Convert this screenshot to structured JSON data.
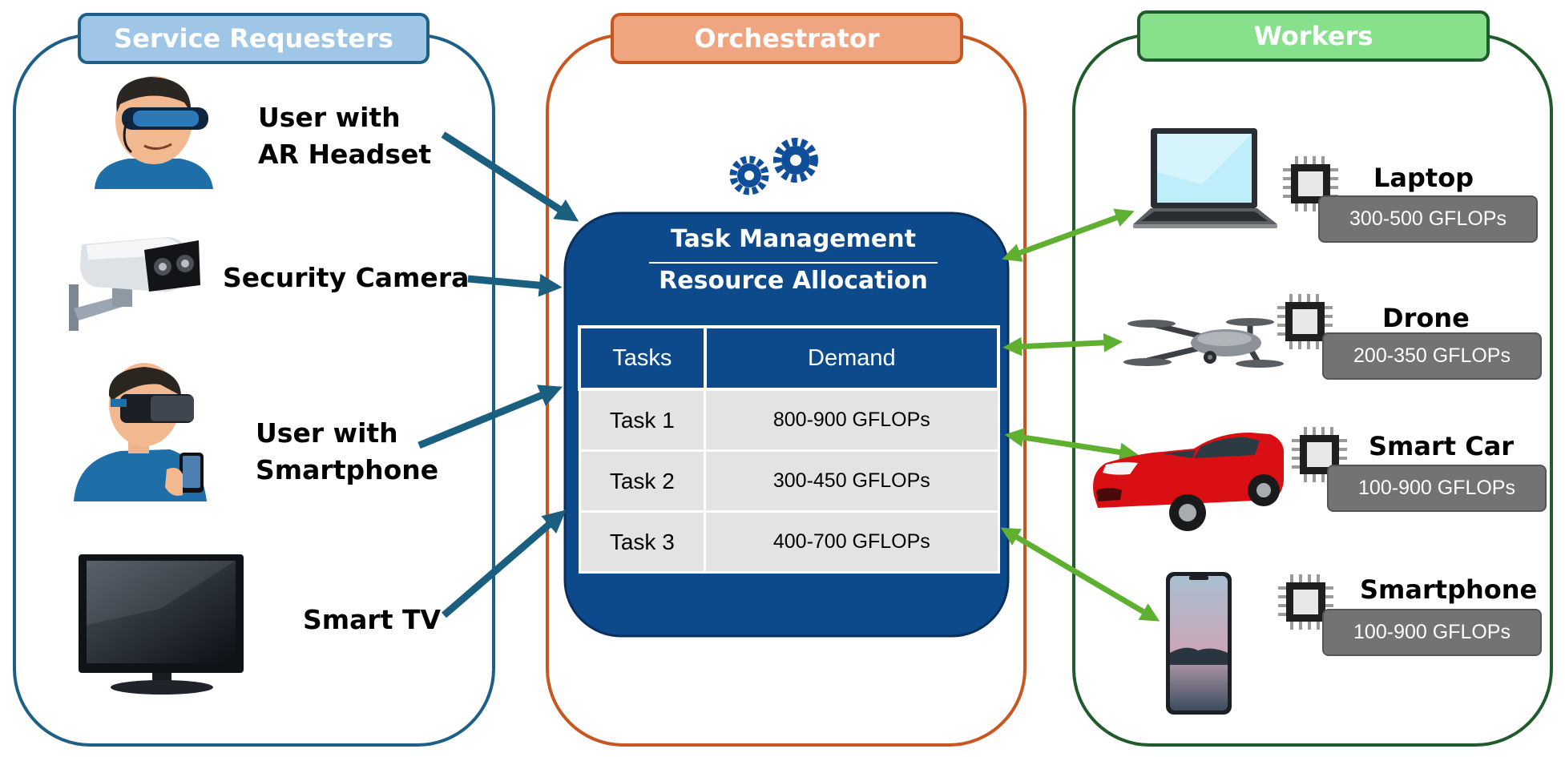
{
  "colors": {
    "requesters": "#1d5f86",
    "orchestrator": "#c9561f",
    "workers": "#1f5b2b",
    "core": "#0d4a8c",
    "arrow_in": "#1b5f80",
    "arrow_worker": "#5fb030"
  },
  "requesters": {
    "title": "Service Requesters",
    "items": [
      {
        "label_line1": "User with",
        "label_line2": "AR Headset",
        "icon": "ar-headset-user-icon"
      },
      {
        "label": "Security Camera",
        "icon": "security-camera-icon"
      },
      {
        "label_line1": "User with",
        "label_line2": "Smartphone",
        "icon": "vr-smartphone-user-icon"
      },
      {
        "label": "Smart TV",
        "icon": "tv-icon"
      }
    ]
  },
  "orchestrator": {
    "title": "Orchestrator",
    "icon": "gears-icon",
    "line1": "Task Management",
    "line2": "Resource Allocation",
    "table": {
      "headers": [
        "Tasks",
        "Demand"
      ],
      "rows": [
        {
          "task": "Task 1",
          "demand": "800-900 GFLOPs"
        },
        {
          "task": "Task 2",
          "demand": "300-450 GFLOPs"
        },
        {
          "task": "Task 3",
          "demand": "400-700 GFLOPs"
        }
      ]
    }
  },
  "workers": {
    "title": "Workers",
    "items": [
      {
        "name": "Laptop",
        "spec": "300-500 GFLOPs",
        "icon": "laptop-icon"
      },
      {
        "name": "Drone",
        "spec": "200-350 GFLOPs",
        "icon": "drone-icon"
      },
      {
        "name": "Smart Car",
        "spec": "100-900 GFLOPs",
        "icon": "car-icon"
      },
      {
        "name": "Smartphone",
        "spec": "100-900 GFLOPs",
        "icon": "smartphone-icon"
      }
    ]
  }
}
